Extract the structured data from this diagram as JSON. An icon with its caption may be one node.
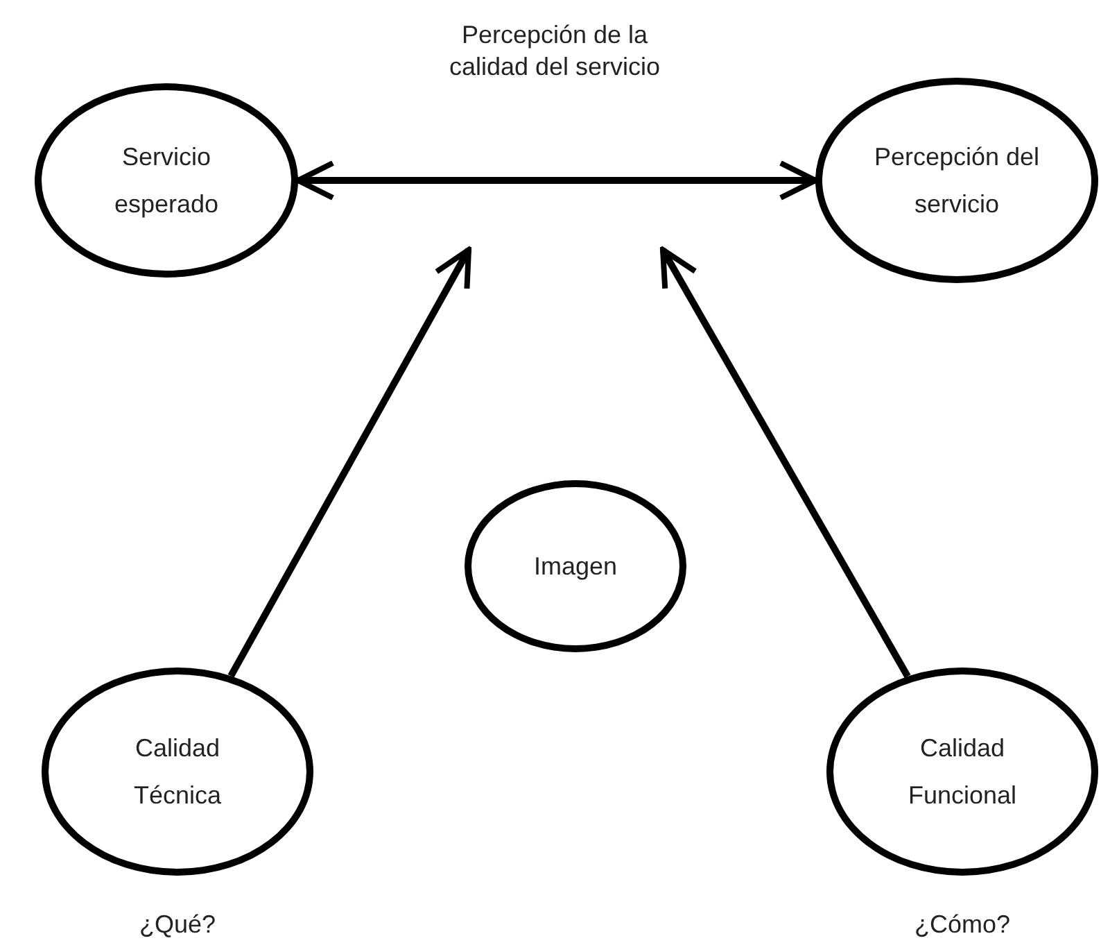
{
  "diagram": {
    "nodes": [
      {
        "text": [
          "Servicio esperado"
        ]
      },
      {
        "text": [
          "Percepción del servicio"
        ]
      },
      {
        "text": [
          "Imagen"
        ]
      },
      {
        "text": [
          "Calidad Técnica"
        ],
        "beside": [
          "¿Qué?"
        ]
      },
      {
        "text": [
          "Calidad Funcional"
        ],
        "beside": [
          "¿Cómo?"
        ]
      }
    ],
    "edges": [
      {
        "from": 0,
        "to": 1,
        "arrow": "both",
        "label": "Percepción de la calidad del servicio"
      },
      {
        "from": 3,
        "to": null,
        "arrow": "to"
      },
      {
        "from": 4,
        "to": null,
        "arrow": "to"
      }
    ]
  }
}
